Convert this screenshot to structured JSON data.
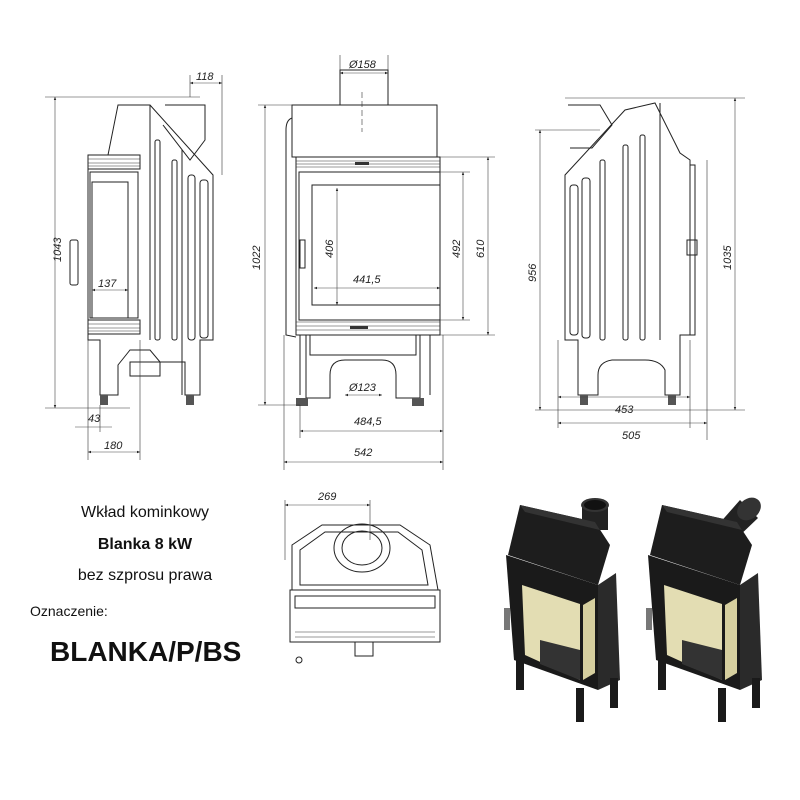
{
  "description_block": {
    "line1": "Wkład kominkowy",
    "model": "Blanka 8 kW",
    "variant": "bez szprosu prawa",
    "designation_label": "Oznaczenie:",
    "designation": "BLANKA/P/BS"
  },
  "side_view_left": {
    "height": "1043",
    "flue_offset": "118",
    "window_depth": "137",
    "foot_offset": "43",
    "frame_depth": "180"
  },
  "front_view": {
    "flue_diameter": "Ø158",
    "height": "1022",
    "glass_height": "406",
    "glass_width": "441,5",
    "door_height": "492",
    "frame_height": "610",
    "air_inlet_diameter": "Ø123",
    "inner_width": "484,5",
    "total_width": "542"
  },
  "side_view_right": {
    "body_height": "956",
    "total_height": "1035",
    "body_depth": "453",
    "total_depth": "505"
  },
  "top_view": {
    "flue_offset": "269"
  },
  "colors": {
    "line": "#222222",
    "render_body": "#1a1a1a",
    "render_glass": "#e3ddb3"
  }
}
